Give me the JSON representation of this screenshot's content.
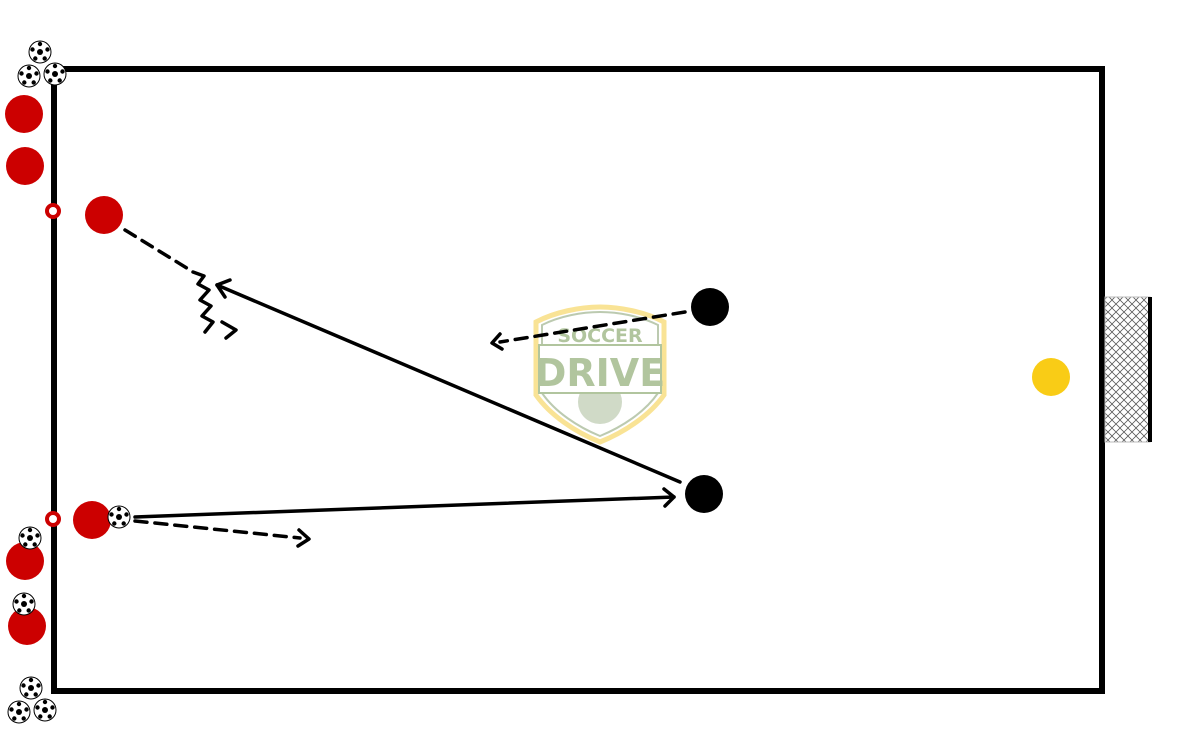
{
  "diagram": {
    "type": "soccer-drill",
    "colors": {
      "field_line": "#000000",
      "attacker": "#cc0000",
      "defender": "#000000",
      "goalkeeper": "#f9cc16",
      "logo_green": "#a9bf94",
      "logo_yellow": "#f9e08a"
    },
    "logo": {
      "line1": "SOCCER",
      "line2": "DRIVE"
    }
  }
}
